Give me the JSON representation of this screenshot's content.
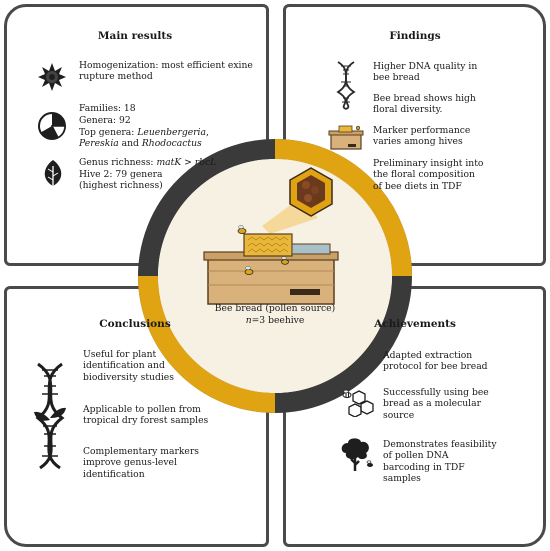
{
  "main_results": {
    "title": "Main results",
    "item1": "Homogenization: most efficient exine rupture method",
    "families": "Families: 18",
    "genera": "Genera: 92",
    "top_genera_prefix": "Top genera: ",
    "top_genera_1": "Leuenbergeria",
    "top_genera_sep": ",",
    "top_genera_2": "Pereskia",
    "top_genera_and": " and ",
    "top_genera_3": "Rhodocactus",
    "richness_prefix": "Genus richness: ",
    "richness_marker1": "matK",
    "richness_gt": " > ",
    "richness_marker2": "rbcL",
    "hive2": "Hive 2: 79 genera (highest richness)"
  },
  "findings": {
    "title": "Findings",
    "item1": "Higher DNA quality in bee bread",
    "item2": "Bee bread shows high floral diversity.",
    "item3": "Marker performance varies among hives",
    "item4": "Preliminary insight into the floral composition of bee diets in TDF"
  },
  "conclusions": {
    "title": "Conclusions",
    "item1": "Useful for plant identification and biodiversity studies",
    "item2": "Applicable to pollen from tropical dry forest samples",
    "item3": "Complementary markers improve genus-level identification"
  },
  "achievements": {
    "title": "Achievements",
    "item1": "Adapted extraction protocol for bee bread",
    "item2": "Successfully using bee bread as a molecular source",
    "item3": "Demonstrates feasibility of pollen DNA barcoding in TDF samples"
  },
  "center": {
    "line1": "Bee bread (pollen source)",
    "line2_italic": "n",
    "line2_rest": "=3 beehive"
  },
  "colors": {
    "gold": "#e0a412",
    "dark_ring": "#3a3a3a",
    "center_fill": "#f7f1e3",
    "wood": "#d8b27a"
  },
  "icons": [
    "sunflower-pollen-icon",
    "pie-chart-icon",
    "leaf-icon",
    "dna-helix-icon",
    "beehive-box-icon",
    "dna-plant-icon",
    "bees-honeycomb-icon",
    "tree-bee-icon"
  ]
}
